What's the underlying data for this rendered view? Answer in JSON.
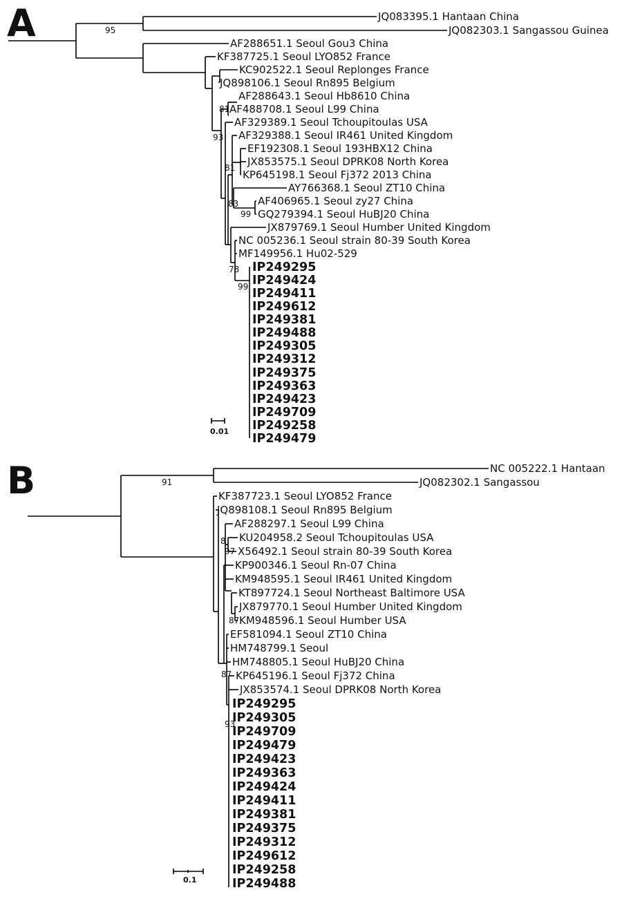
{
  "panels": [
    {
      "label": "A",
      "scale_label": "0.01",
      "tips": [
        "JQ083395.1 Hantaan China",
        "JQ082303.1 Sangassou Guinea",
        "AF288651.1 Seoul Gou3 China",
        "KF387725.1 Seoul LYO852 France",
        "KC902522.1 Seoul Replonges France",
        "JQ898106.1 Seoul Rn895 Belgium",
        "AF288643.1 Seoul Hb8610 China",
        "AF488708.1 Seoul L99 China",
        "AF329389.1 Seoul Tchoupitoulas USA",
        "AF329388.1 Seoul IR461 United Kingdom",
        "EF192308.1 Seoul 193HBX12 China",
        "JX853575.1 Seoul DPRK08 North Korea",
        "KP645198.1 Seoul Fj372 2013 China",
        "AY766368.1 Seoul ZT10 China",
        "AF406965.1 Seoul zy27 China",
        "GQ279394.1 Seoul HuBJ20 China",
        "JX879769.1 Seoul Humber United Kingdom",
        "NC 005236.1 Seoul strain 80-39 South Korea",
        "MF149956.1 Hu02-529"
      ],
      "study_tips": [
        "IP249295",
        "IP249424",
        "IP249411",
        "IP249612",
        "IP249381",
        "IP249488",
        "IP249305",
        "IP249312",
        "IP249375",
        "IP249363",
        "IP249423",
        "IP249709",
        "IP249258",
        "IP249479"
      ],
      "bootstrap": [
        "95",
        "81",
        "93",
        "81",
        "83",
        "99",
        "78",
        "99"
      ]
    },
    {
      "label": "B",
      "scale_label": "0.1",
      "tips": [
        "NC 005222.1 Hantaan",
        "JQ082302.1 Sangassou",
        "KF387723.1 Seoul LYO852 France",
        "JQ898108.1 Seoul Rn895 Belgium",
        "AF288297.1 Seoul L99 China",
        "KU204958.2 Seoul Tchoupitoulas USA",
        "X56492.1 Seoul strain 80-39 South Korea",
        "KP900346.1 Seoul Rn-07 China",
        "KM948595.1 Seoul IR461 United Kingdom",
        "KT897724.1 Seoul Northeast Baltimore USA",
        "JX879770.1 Seoul Humber United Kingdom",
        "KM948596.1 Seoul Humber USA",
        "EF581094.1 Seoul ZT10 China",
        "HM748799.1 Seoul",
        "HM748805.1 Seoul HuBJ20 China",
        "KP645196.1 Seoul Fj372 China",
        "JX853574.1 Seoul DPRK08 North Korea"
      ],
      "study_tips": [
        "IP249295",
        "IP249305",
        "IP249709",
        "IP249479",
        "IP249423",
        "IP249363",
        "IP249424",
        "IP249411",
        "IP249381",
        "IP249375",
        "IP249312",
        "IP249612",
        "IP249258",
        "IP249488"
      ],
      "bootstrap": [
        "91",
        "8",
        "97",
        "87",
        "87",
        "93"
      ]
    }
  ]
}
